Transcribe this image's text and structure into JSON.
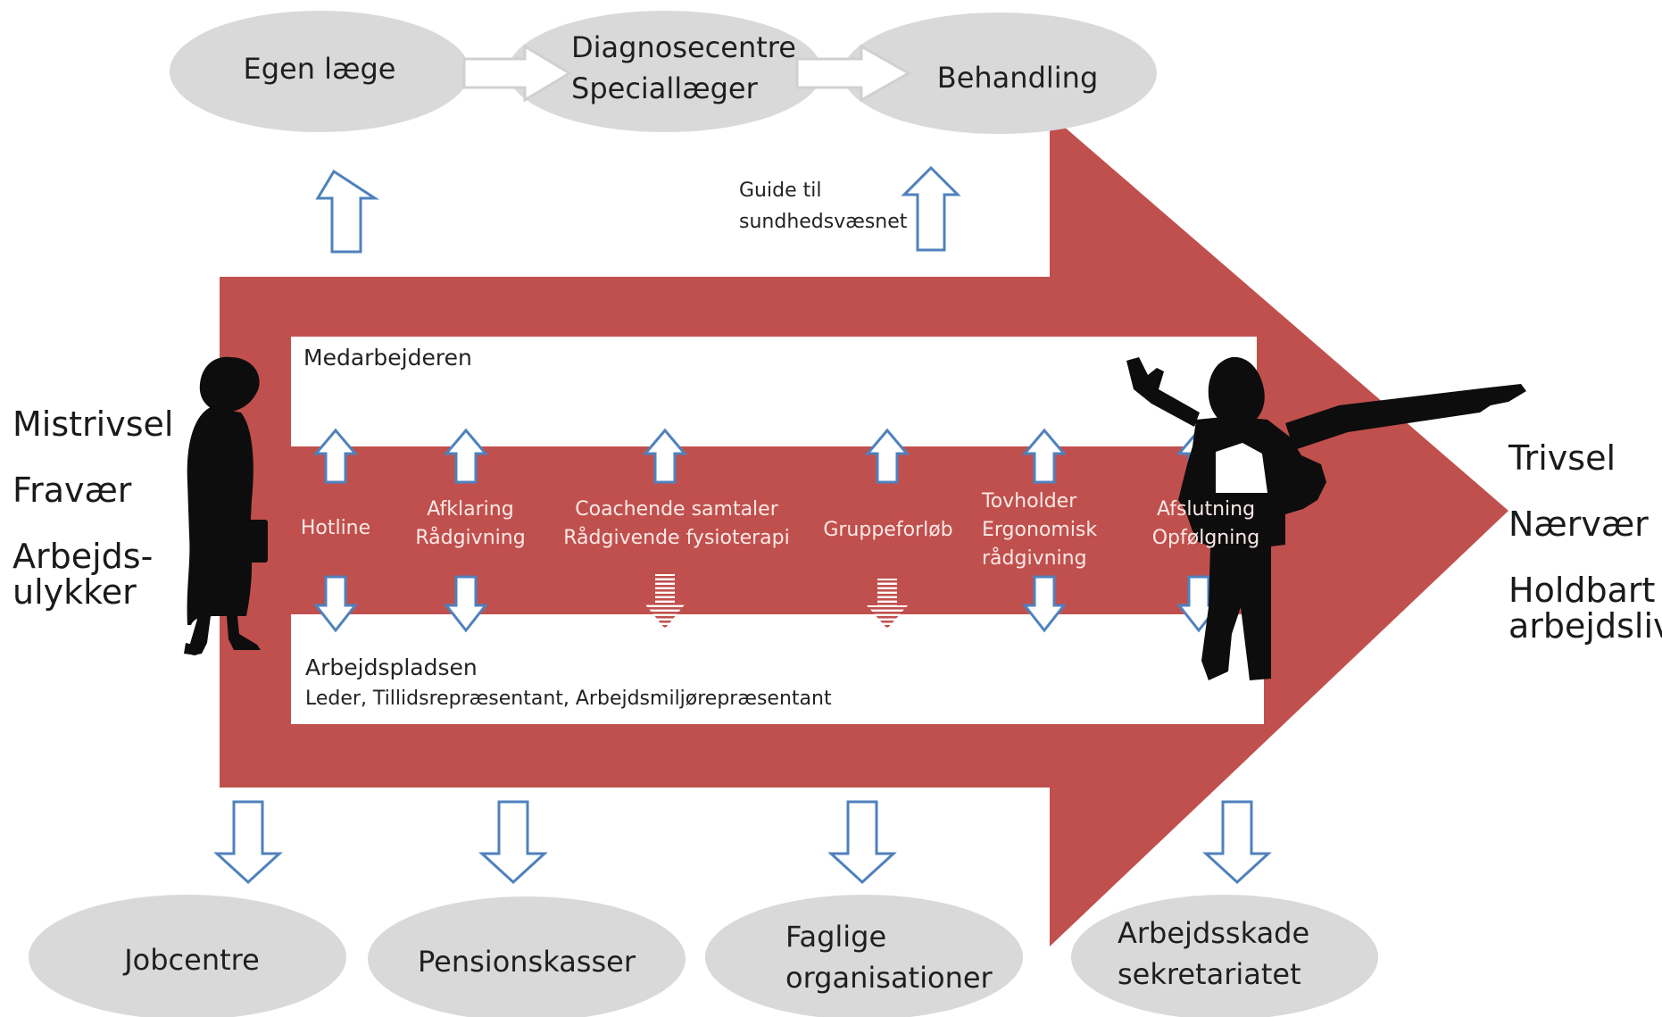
{
  "top_ovals": [
    {
      "lines": [
        "Egen læge"
      ]
    },
    {
      "lines": [
        "Diagnosecentre",
        "Speciallæger"
      ]
    },
    {
      "lines": [
        "Behandling"
      ]
    }
  ],
  "guide_label": [
    "Guide til",
    "sundhedsvæsnet"
  ],
  "left_states": [
    "Mistrivsel",
    "Fravær",
    "Arbejds-",
    "ulykker"
  ],
  "right_states": [
    "Trivsel",
    "Nærvær",
    "Holdbart",
    "arbejdsliv"
  ],
  "employee_lane": {
    "title": "Medarbejderen"
  },
  "workplace_lane": {
    "title": "Arbejdspladsen",
    "subtitle": "Leder, Tillidsrepræsentant, Arbejdsmiljørepræsentant"
  },
  "steps": [
    {
      "lines": [
        "Hotline"
      ],
      "down_arrow": "outline"
    },
    {
      "lines": [
        "Afklaring",
        "Rådgivning"
      ],
      "down_arrow": "outline"
    },
    {
      "lines": [
        "Coachende samtaler",
        "Rådgivende fysioterapi"
      ],
      "down_arrow": "striped"
    },
    {
      "lines": [
        "Gruppeforløb"
      ],
      "down_arrow": "striped"
    },
    {
      "lines": [
        "Tovholder",
        "Ergonomisk",
        "rådgivning"
      ],
      "down_arrow": "outline"
    },
    {
      "lines": [
        "Afslutning",
        "Opfølgning"
      ],
      "down_arrow": "outline"
    }
  ],
  "bottom_ovals": [
    {
      "lines": [
        "Jobcentre"
      ]
    },
    {
      "lines": [
        "Pensionskasser"
      ]
    },
    {
      "lines": [
        "Faglige",
        "organisationer"
      ]
    },
    {
      "lines": [
        "Arbejdsskade",
        "sekretariatet"
      ]
    }
  ],
  "colors": {
    "arrow_red": "#c0504d",
    "oval_grey": "#d9d9d9",
    "arrow_outline_blue": "#4f81bd",
    "silhouette": "#0d0d0d",
    "step_text": "#fbe9e7"
  },
  "icons": [
    "sad-woman-silhouette-icon",
    "happy-woman-silhouette-icon"
  ]
}
